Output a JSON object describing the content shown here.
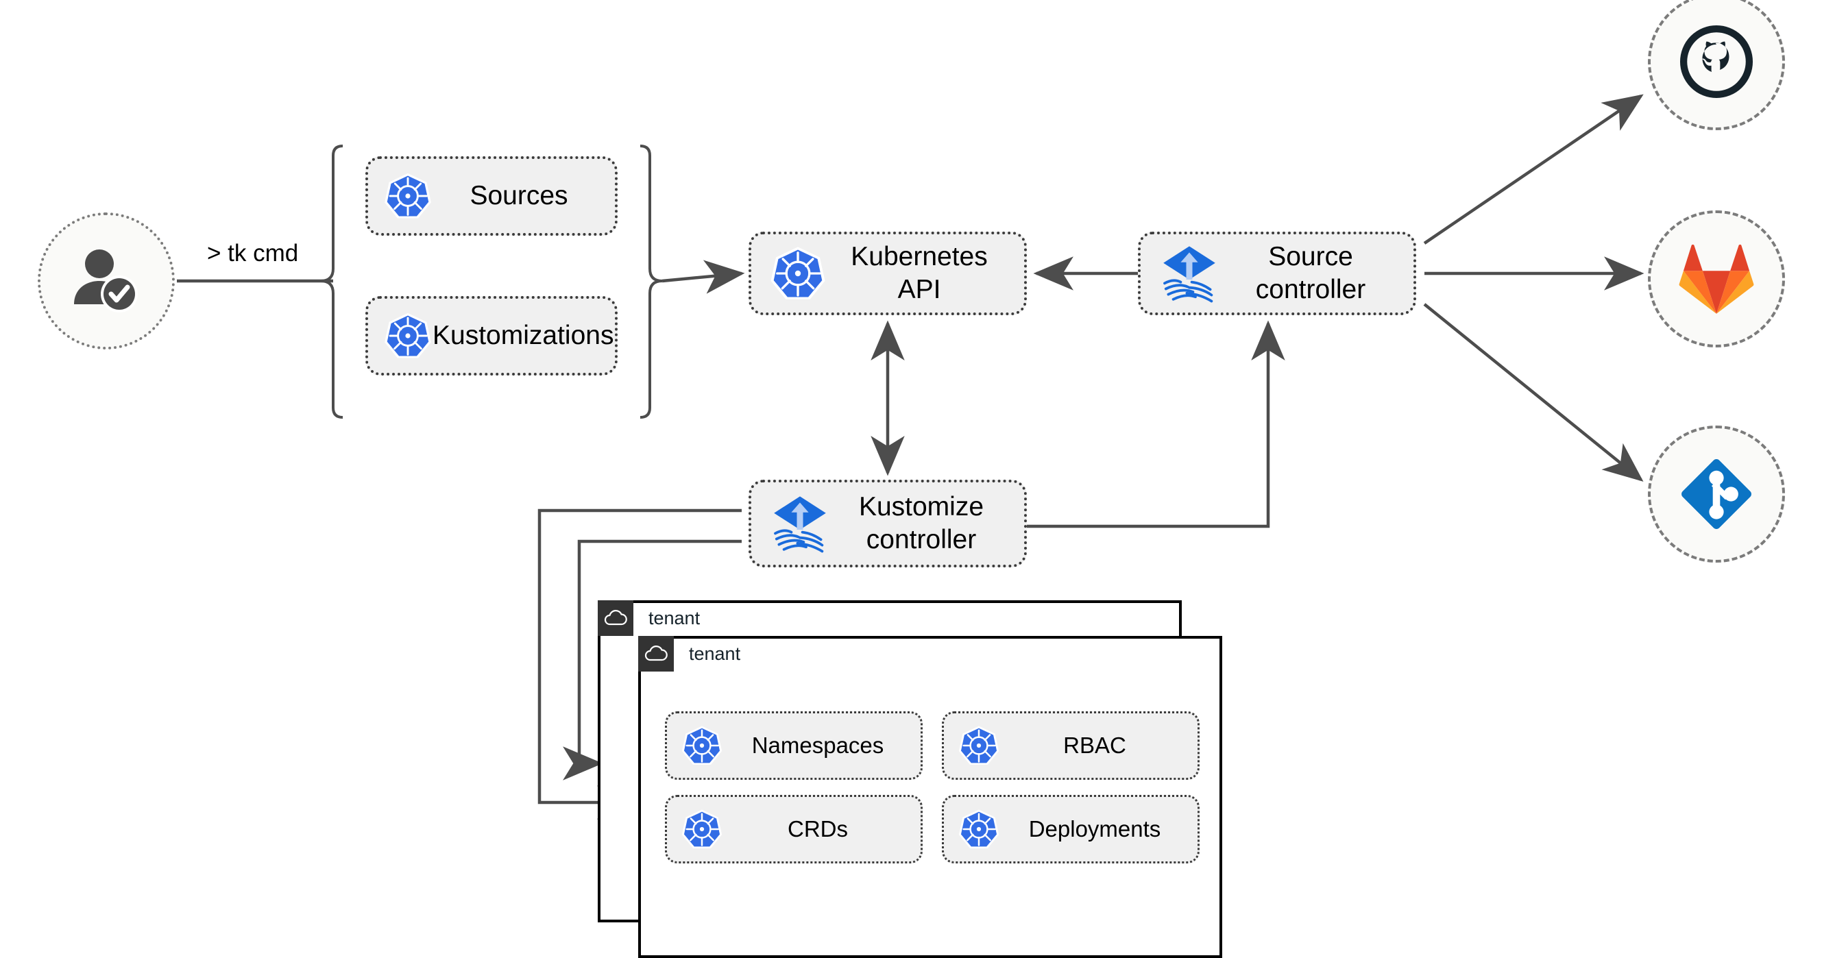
{
  "diagram": {
    "title": "Flux multi-tenancy GitOps architecture",
    "background": "#ffffff",
    "colors": {
      "kubernetes_blue": "#326CE5",
      "flux_blue": "#1A6BDB",
      "flux_arrow": "#B5CEF5",
      "github_dark": "#16232B",
      "gitlab_red": "#E24329",
      "gitlab_orange": "#FC6D26",
      "gitlab_light_orange": "#FCA326",
      "git_blue": "#0B74C4",
      "node_fill": "#F0F0F0",
      "node_border": "#3B3B3B",
      "circle_fill": "#FAFAF8",
      "circle_border": "#7B7B7B",
      "edge_stroke": "#4D4D4D",
      "tenant_tab_bg": "#333333"
    }
  },
  "actor": {
    "name": "user",
    "icon": "user-check-icon"
  },
  "edge_labels": {
    "tk_cmd": "> tk cmd"
  },
  "cli_group": {
    "brace": "curly-brace",
    "items": [
      {
        "label": "Sources",
        "icon": "kubernetes-icon"
      },
      {
        "label": "Kustomizations",
        "icon": "kubernetes-icon"
      }
    ]
  },
  "nodes": {
    "k8s_api": {
      "label": "Kubernetes API",
      "icon": "kubernetes-icon"
    },
    "source_ctrl": {
      "label": "Source\ncontroller",
      "icon": "flux-icon"
    },
    "kustomize_ctrl": {
      "label": "Kustomize\ncontroller",
      "icon": "flux-icon"
    }
  },
  "providers": [
    {
      "name": "github",
      "icon": "github-icon"
    },
    {
      "name": "gitlab",
      "icon": "gitlab-icon"
    },
    {
      "name": "git",
      "icon": "git-icon"
    }
  ],
  "tenants": [
    {
      "label": "tenant",
      "icon": "cloud-icon",
      "resources": []
    },
    {
      "label": "tenant",
      "icon": "cloud-icon",
      "resources": [
        {
          "label": "Namespaces",
          "icon": "kubernetes-icon"
        },
        {
          "label": "RBAC",
          "icon": "kubernetes-icon"
        },
        {
          "label": "CRDs",
          "icon": "kubernetes-icon"
        },
        {
          "label": "Deployments",
          "icon": "kubernetes-icon"
        }
      ]
    }
  ],
  "edges": [
    {
      "from": "user",
      "to": "cli-group",
      "label": "> tk cmd",
      "arrow": "none"
    },
    {
      "from": "cli-group",
      "to": "k8s_api",
      "label": "",
      "arrow": "end"
    },
    {
      "from": "k8s_api",
      "to": "source_ctrl",
      "label": "",
      "arrow": "both"
    },
    {
      "from": "k8s_api",
      "to": "kustomize_ctrl",
      "label": "",
      "arrow": "both"
    },
    {
      "from": "kustomize_ctrl",
      "to": "source_ctrl",
      "label": "",
      "arrow": "end"
    },
    {
      "from": "source_ctrl",
      "to": "github",
      "label": "",
      "arrow": "end"
    },
    {
      "from": "source_ctrl",
      "to": "gitlab",
      "label": "",
      "arrow": "end"
    },
    {
      "from": "source_ctrl",
      "to": "git",
      "label": "",
      "arrow": "end"
    },
    {
      "from": "kustomize_ctrl",
      "to": "tenant-outer",
      "label": "",
      "arrow": "end"
    },
    {
      "from": "kustomize_ctrl",
      "to": "tenant-inner",
      "label": "",
      "arrow": "end"
    }
  ]
}
